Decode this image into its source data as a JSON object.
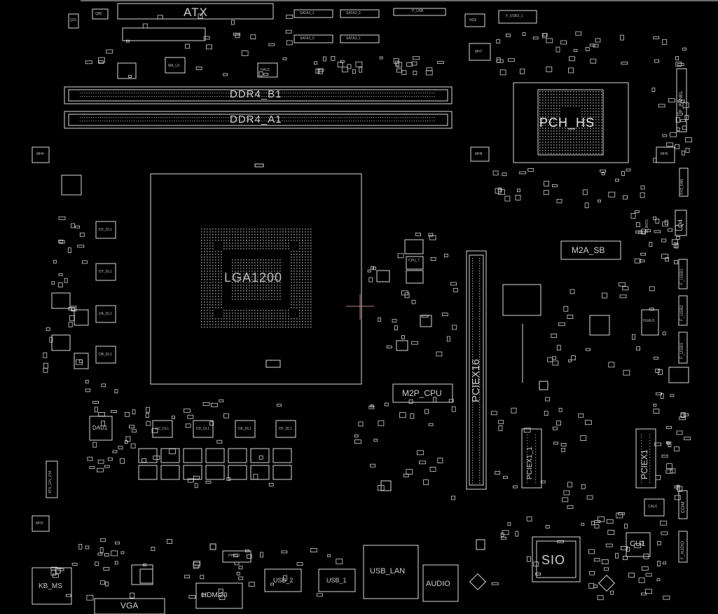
{
  "board": {
    "background": "#000000",
    "outline_color": "#d8d8d8",
    "marker_color": "#c08080"
  },
  "labels": {
    "atx": "ATX",
    "sata2": "SATA3_2",
    "sata3": "SATA3_3",
    "sata0": "SATA3_0",
    "sata1": "SATA3_1",
    "f_usb3_1": "F_USB3_1",
    "p_usb": "P_USB",
    "q31": "Q31",
    "q80": "Q80",
    "nq9": "NQ9",
    "mh7": "MH7",
    "mh8": "MH8",
    "mh4": "MH4",
    "mh5": "MH5",
    "mh3": "MH3",
    "mau1": "MA_U1",
    "hau1": "HAU1",
    "ddr4_b1": "DDR4_B1",
    "ddr4_a1": "DDR4_A1",
    "pch": "PCH_HS",
    "f_panel": "F_PANEL",
    "lga": "LGA1200",
    "m2a": "M2A_SB",
    "m2p": "M2P_CPU",
    "pciex16": "PCIEX16",
    "pciex1_1": "PCIEX1_1",
    "pciex1": "PCIEX1",
    "q4": "Q4",
    "f_usb1": "F_USB1",
    "f_usb2": "F_USB2",
    "f_usb3": "F_USB3",
    "sys_fan": "SYS_FAN",
    "dau1": "DAU1",
    "atx12v": "ATX_12V_2X4",
    "sio": "SIO",
    "cu1": "CU1",
    "cau1": "CAU1",
    "com": "COM",
    "f_audio": "F_AUDIO",
    "kb_ms": "KB_MS",
    "vga": "VGA",
    "hdmi": "HDMI20",
    "usb2": "USB_2",
    "usb1": "USB_1",
    "usb_lan": "USB_LAN",
    "audio": "AUDIO",
    "hhau1": "HHAU1",
    "dxu1": "DX_DL1",
    "dyu1": "DY_DL1",
    "dau_dl": "DA_DL1",
    "dbu1": "DB_DL1",
    "dcu1": "DC_DL1",
    "ddu1": "DD_DL1",
    "deu1": "DE_DL1",
    "dfu1": "DF_DL1",
    "huau1": "HUAU1",
    "m_bios": "M_BIOS",
    "cpu_t": "CPU_T"
  }
}
